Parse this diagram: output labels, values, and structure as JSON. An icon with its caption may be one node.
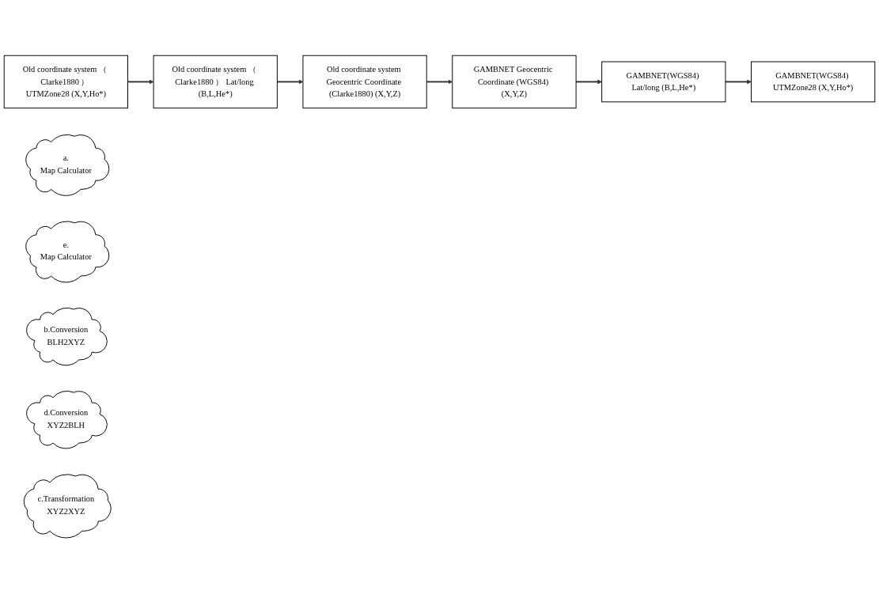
{
  "diagram": {
    "nodes": [
      {
        "text": [
          "Old coordinate system （ Clarke1880 ） UTMZone28 (X,Y,Ho*)"
        ]
      },
      {
        "text": [
          "GAMBNET(WGS84) UTMZone28 (X,Y,Ho*)"
        ]
      },
      {
        "text": [
          "Old coordinate system （ Clarke1880 ） Lat/long (B,L,He*)"
        ]
      },
      {
        "text": [
          "GAMBNET(WGS84) Lat/long (B,L,He*)"
        ]
      },
      {
        "text": [
          "Old coordinate system Geocentric Coordinate (Clarke1880) (X,Y,Z)"
        ]
      },
      {
        "text": [
          "GAMBNET Geocentric Coordinate (WGS84) (X,Y,Z)"
        ]
      },
      {
        "text": [
          "a.",
          "Map Calculator"
        ]
      },
      {
        "text": [
          "e.",
          "Map Calculator"
        ]
      },
      {
        "text": [
          "b.Conversion",
          "BLH2XYZ"
        ]
      },
      {
        "text": [
          "d.Conversion",
          "XYZ2BLH"
        ]
      },
      {
        "text": [
          "c.Transformation",
          "XYZ2XYZ"
        ]
      }
    ],
    "edges": [
      {
        "from": 0,
        "to": 2,
        "arrow": "to"
      },
      {
        "from": 2,
        "to": 4,
        "arrow": "to"
      },
      {
        "from": 4,
        "to": 5,
        "arrow": "to"
      },
      {
        "from": 5,
        "to": 3,
        "arrow": "to"
      },
      {
        "from": 3,
        "to": 1,
        "arrow": "to"
      }
    ]
  }
}
